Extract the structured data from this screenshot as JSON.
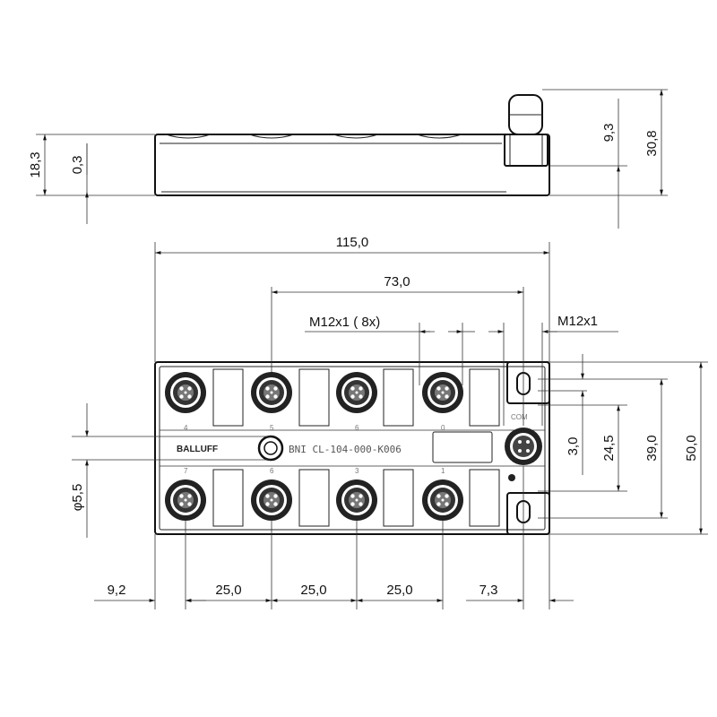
{
  "brand": "BALLUFF",
  "part_code": "BNI CL-104-000-K006",
  "port_labels_top": [
    "4",
    "5",
    "6",
    "0"
  ],
  "port_labels_bottom": [
    "7",
    "6",
    "3",
    "1"
  ],
  "power_label": "COM",
  "dimensions": {
    "side_height_total": "18,3",
    "side_offset": "0,3",
    "connector_height": "9,3",
    "overall_height": "30,8",
    "overall_width": "115,0",
    "port_span": "73,0",
    "port_thread": "M12x1 ( 8x)",
    "power_thread": "M12x1",
    "hole_diameter": "φ5,5",
    "mount_hole_height": "3,0",
    "offset_24": "24,5",
    "height_39": "39,0",
    "height_50": "50,0",
    "left_offset": "9,2",
    "pitch_1": "25,0",
    "pitch_2": "25,0",
    "pitch_3": "25,0",
    "right_offset": "7,3"
  }
}
